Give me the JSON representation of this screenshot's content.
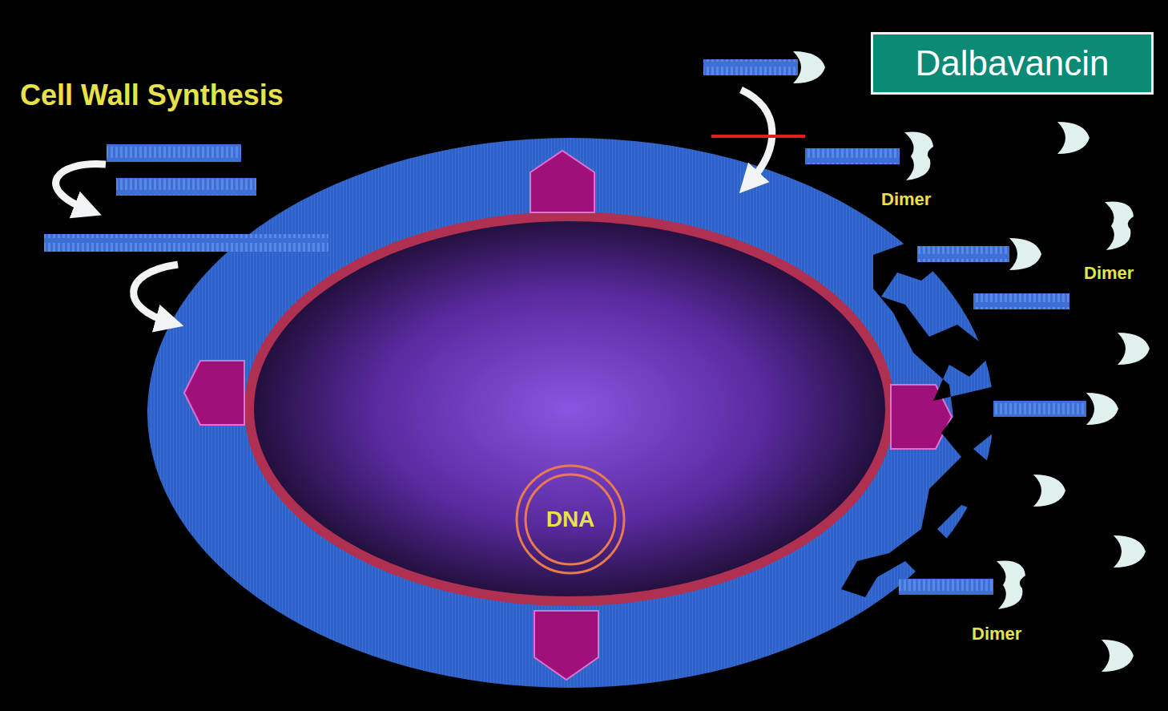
{
  "diagram": {
    "nodes": [
      {
        "text": [
          "Dalbavancin"
        ]
      },
      {
        "text": [
          "DNA"
        ]
      }
    ],
    "labels": [
      "Cell Wall Synthesis",
      "Dimer",
      "Dimer",
      "Dimer"
    ]
  }
}
